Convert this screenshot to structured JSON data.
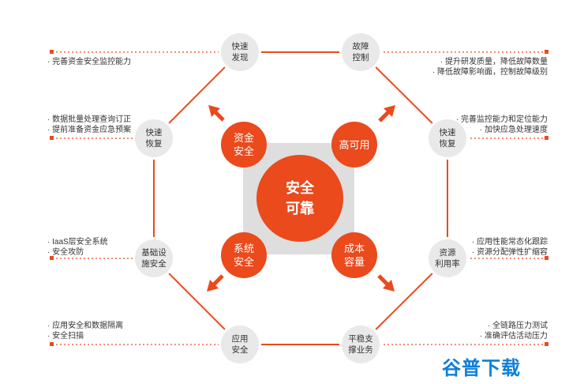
{
  "colors": {
    "accent": "#ea4a1c",
    "node_bg": "#e9e9e9",
    "center_bg": "#dedede",
    "text": "#333333",
    "logo": "#0d7fd8"
  },
  "center": {
    "label": "安全\n可靠"
  },
  "pillars": [
    {
      "label": "资金\n安全"
    },
    {
      "label": "高可用"
    },
    {
      "label": "系统\n安全"
    },
    {
      "label": "成本\n容量"
    }
  ],
  "nodes": [
    {
      "label": "快速\n发现"
    },
    {
      "label": "故障\n控制"
    },
    {
      "label": "快速\n恢复"
    },
    {
      "label": "资源\n利用率"
    },
    {
      "label": "平稳支\n撑业务"
    },
    {
      "label": "应用\n安全"
    },
    {
      "label": "基础设\n施安全"
    },
    {
      "label": "快速\n恢复"
    }
  ],
  "annotations": [
    {
      "lines": [
        "· 完善资金安全监控能力"
      ]
    },
    {
      "lines": [
        "· 提升研发质量，降低故障数量",
        "· 降低故障影响面，控制故障级别"
      ]
    },
    {
      "lines": [
        "· 数据批量处理查询订正",
        "· 提前准备资金应急预案"
      ]
    },
    {
      "lines": [
        "· 完善监控能力和定位能力",
        "· 加快应急处理速度"
      ]
    },
    {
      "lines": [
        "· IaaS层安全系统",
        "· 安全攻防"
      ]
    },
    {
      "lines": [
        "· 应用性能常态化跟踪",
        "· 资源分配弹性扩缩容"
      ]
    },
    {
      "lines": [
        "· 应用安全和数据隔离",
        "· 安全扫描"
      ]
    },
    {
      "lines": [
        "· 全链路压力测试",
        "· 准确评估活动压力"
      ]
    }
  ],
  "watermark": {
    "text": "谷普下载"
  }
}
